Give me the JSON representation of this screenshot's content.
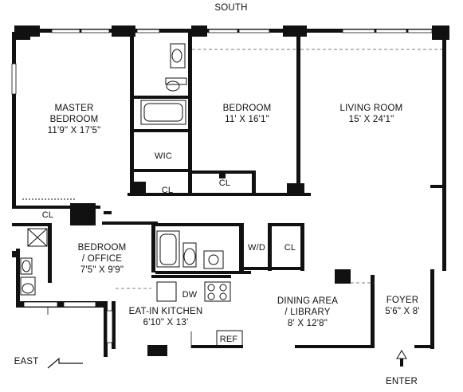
{
  "compass": {
    "top": "SOUTH",
    "left": "EAST"
  },
  "entry": "ENTER",
  "rooms": {
    "master_bedroom": {
      "name_1": "MASTER",
      "name_2": "BEDROOM",
      "dims": "11'9\" X 17'5\""
    },
    "bedroom": {
      "name": "BEDROOM",
      "dims": "11' X 16'1\""
    },
    "living_room": {
      "name": "LIVING ROOM",
      "dims": "15' X 24'1\""
    },
    "bedroom_office": {
      "name_1": "BEDROOM",
      "name_2": "/ OFFICE",
      "dims": "7'5\" X 9'9\""
    },
    "kitchen": {
      "name": "EAT-IN KITCHEN",
      "dims": "6'10\" X 13'"
    },
    "dining": {
      "name_1": "DINING AREA",
      "name_2": "/ LIBRARY",
      "dims": "8' X 12'8\""
    },
    "foyer": {
      "name": "FOYER",
      "dims": "5'6\" X 8'"
    }
  },
  "small_labels": {
    "wic": "WIC",
    "cl_master": "CL",
    "cl_wic": "CL",
    "cl_bedroom": "CL",
    "cl_hall": "CL",
    "wd": "W/D",
    "dw": "DW",
    "ref": "REF"
  }
}
